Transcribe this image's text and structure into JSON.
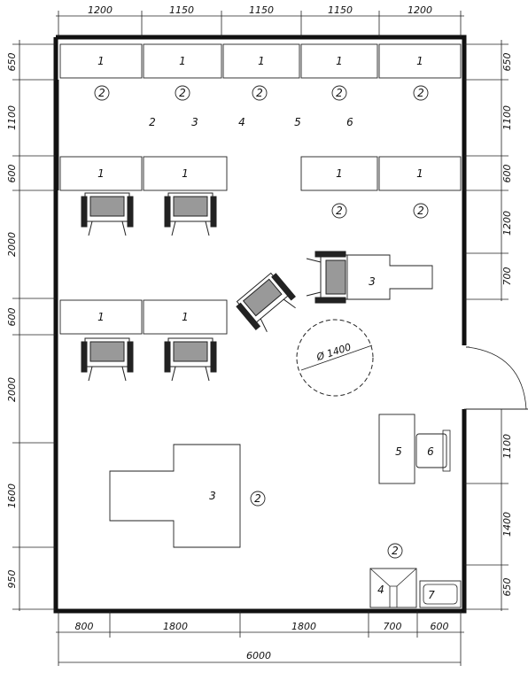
{
  "top_dims": [
    "1200",
    "1150",
    "1150",
    "1150",
    "1200"
  ],
  "left_dims": [
    "650",
    "1100",
    "600",
    "2000",
    "600",
    "2000",
    "1600",
    "950"
  ],
  "right_dims": [
    "650",
    "1100",
    "600",
    "1200",
    "700",
    "1100",
    "1400",
    "650"
  ],
  "bottom_dims": [
    "800",
    "1800",
    "1800",
    "700",
    "600"
  ],
  "total_width": "6000",
  "circle_label": "Ø 1400",
  "labels": {
    "bench_top": [
      "1",
      "1",
      "1",
      "1",
      "1"
    ],
    "bench_mid": [
      "1",
      "1",
      "1",
      "1"
    ],
    "bench_low": [
      "1",
      "1"
    ],
    "aisle_numbers": [
      "2",
      "3",
      "4",
      "5",
      "6"
    ],
    "circled_top": [
      "2",
      "2",
      "2",
      "2",
      "2"
    ],
    "circled_mid": [
      "2",
      "2"
    ],
    "circled_bottom": [
      "2",
      "2"
    ],
    "table_right": "3",
    "table_big": "3",
    "sink": "4",
    "desk": "5",
    "monitor": "6",
    "washbasin": "7"
  }
}
